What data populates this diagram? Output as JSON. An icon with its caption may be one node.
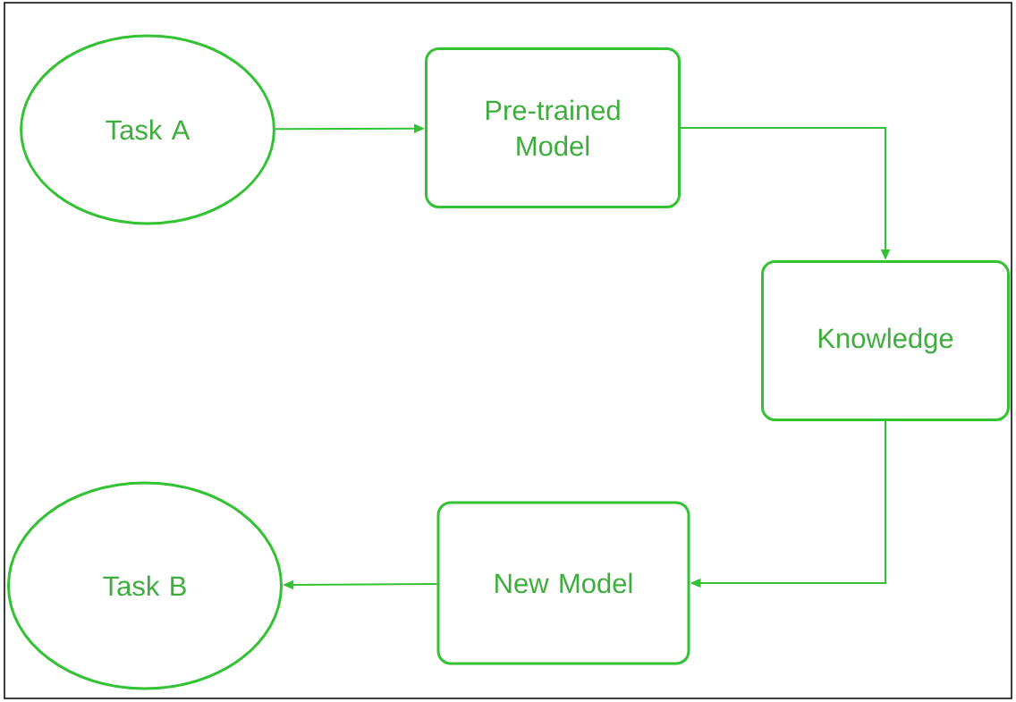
{
  "diagram": {
    "nodes": [
      {
        "text": [
          "Task A"
        ]
      },
      {
        "text": [
          "Pre-trained Model"
        ]
      },
      {
        "text": [
          "Knowledge"
        ]
      },
      {
        "text": [
          "New Model"
        ]
      },
      {
        "text": [
          "Task B"
        ]
      }
    ],
    "edges": [
      {
        "from": 0,
        "to": 1,
        "arrow": "to"
      },
      {
        "from": 1,
        "to": 2,
        "arrow": "to"
      },
      {
        "from": 2,
        "to": 3,
        "arrow": "to"
      },
      {
        "from": 3,
        "to": 4,
        "arrow": "to"
      }
    ]
  }
}
